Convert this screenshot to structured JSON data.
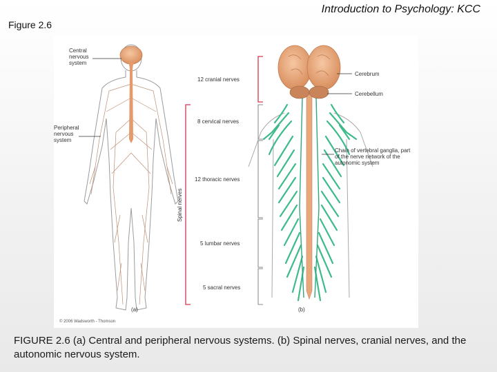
{
  "header": {
    "course_title": "Introduction to Psychology: KCC",
    "figure_number": "Figure 2.6"
  },
  "figure": {
    "panel_a": {
      "label_cns": [
        "Central",
        "nervous",
        "system"
      ],
      "label_pns": [
        "Peripheral",
        "nervous",
        "system"
      ],
      "panel_letter": "(a)"
    },
    "spinal_groups": {
      "cranial": "12 cranial nerves",
      "cervical": "8 cervical nerves",
      "thoracic": "12 thoracic nerves",
      "lumbar": "5 lumbar nerves",
      "sacral": "5 sacral nerves",
      "vertical_label": "Spinal nerves"
    },
    "panel_b": {
      "cerebrum": "Cerebrum",
      "cerebellum": "Cerebellum",
      "chain": [
        "Chain of vertebral ganglia, part",
        "of the nerve network of the",
        "autonomic system"
      ],
      "panel_letter": "(b)"
    },
    "copyright": "© 2006 Wadsworth - Thomson"
  },
  "caption": {
    "lead": "FIGURE 2.6",
    "text": " (a) Central and peripheral nervous systems. (b) Spinal nerves, cranial nerves, and the autonomic nervous system."
  },
  "colors": {
    "brain": "#e8a87c",
    "green_nerves": "#3dbb8a",
    "bracket_red": "#d9344a",
    "outline": "#999999"
  }
}
